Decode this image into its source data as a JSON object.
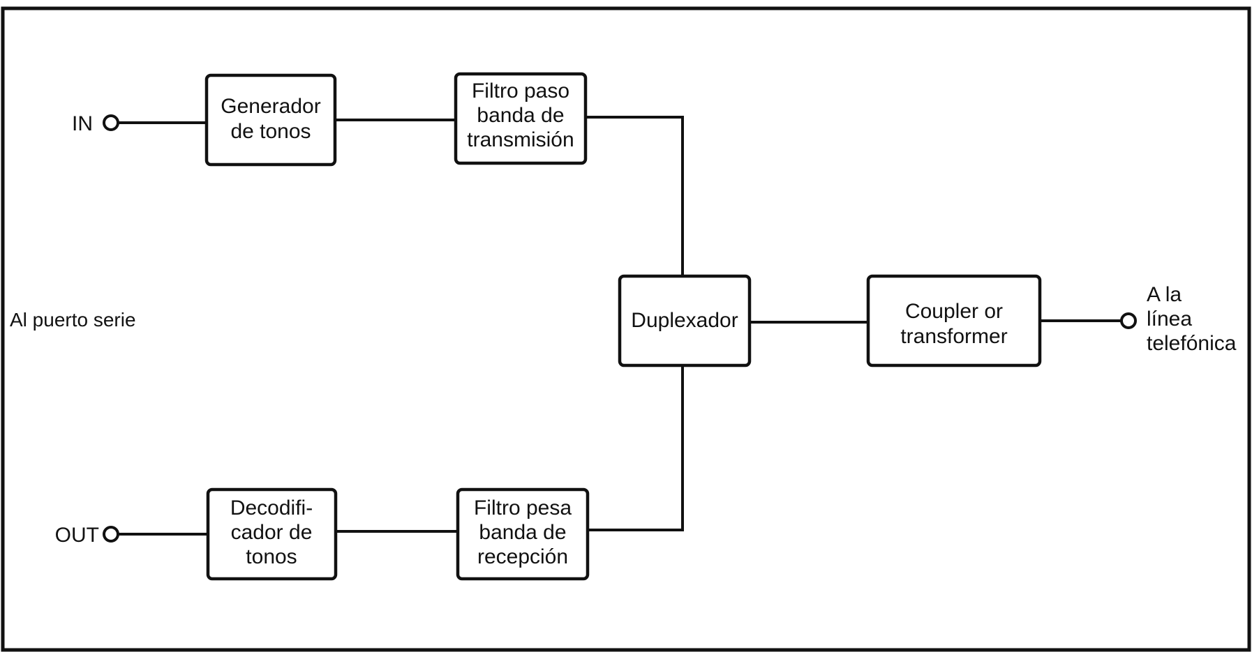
{
  "blocks": {
    "tone_generator": [
      "Generador",
      "de tonos"
    ],
    "tx_filter": [
      "Filtro paso",
      "banda de",
      "transmisión"
    ],
    "tone_decoder": [
      "Decodifi-",
      "cador de",
      "tonos"
    ],
    "rx_filter": [
      "Filtro pesa",
      "banda de",
      "recepción"
    ],
    "duplexer": [
      "Duplexador"
    ],
    "coupler": [
      "Coupler or",
      "transformer"
    ]
  },
  "terminals": {
    "in": "IN",
    "out": "OUT",
    "line": [
      "A la",
      "línea",
      "telefónica"
    ]
  },
  "serial_port_label": "Al puerto serie"
}
